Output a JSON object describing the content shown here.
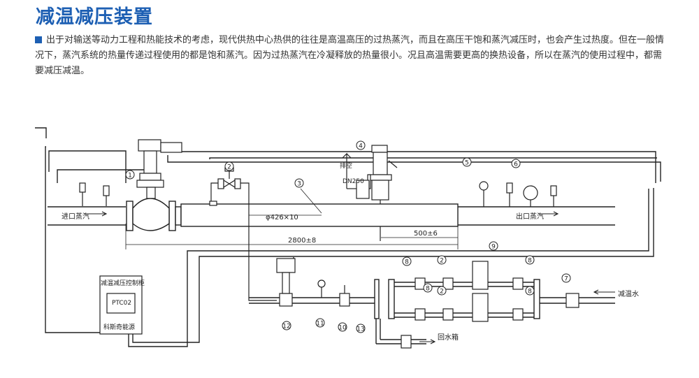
{
  "title": "减温减压装置",
  "description": "出于对输送等动力工程和热能技术的考虑，现代供热中心热供的往往是高温高压的过热蒸汽，而且在高压干饱和蒸汽减压时，也会产生过热度。但在一般情况下，蒸汽系统的热量传递过程使用的都是饱和蒸汽。因为过热蒸汽在冷凝释放的热量很小。况且高温需要更高的换热设备，所以在蒸汽的使用过程中，都需要减压减温。",
  "diagram": {
    "inlet_label": "进口蒸汽",
    "outlet_label": "出口蒸汽",
    "pipe_dim": "φ426×10",
    "dim_500": "500±6",
    "dim_2800": "2800±8",
    "dn_label": "DN250",
    "vent_label": "排空",
    "cabinet_title": "减温减压控制柜",
    "cabinet_model": "PTC02",
    "cabinet_brand": "科斯奇能源",
    "water_label": "减温水",
    "return_label": "回水箱",
    "callouts": [
      "1",
      "2",
      "3",
      "4",
      "5",
      "6",
      "7",
      "8",
      "8",
      "2",
      "8",
      "2",
      "8",
      "9",
      "10",
      "11",
      "12",
      "13"
    ]
  },
  "colors": {
    "title": "#1d5fb3",
    "line": "#222222",
    "body_text": "#333333"
  }
}
